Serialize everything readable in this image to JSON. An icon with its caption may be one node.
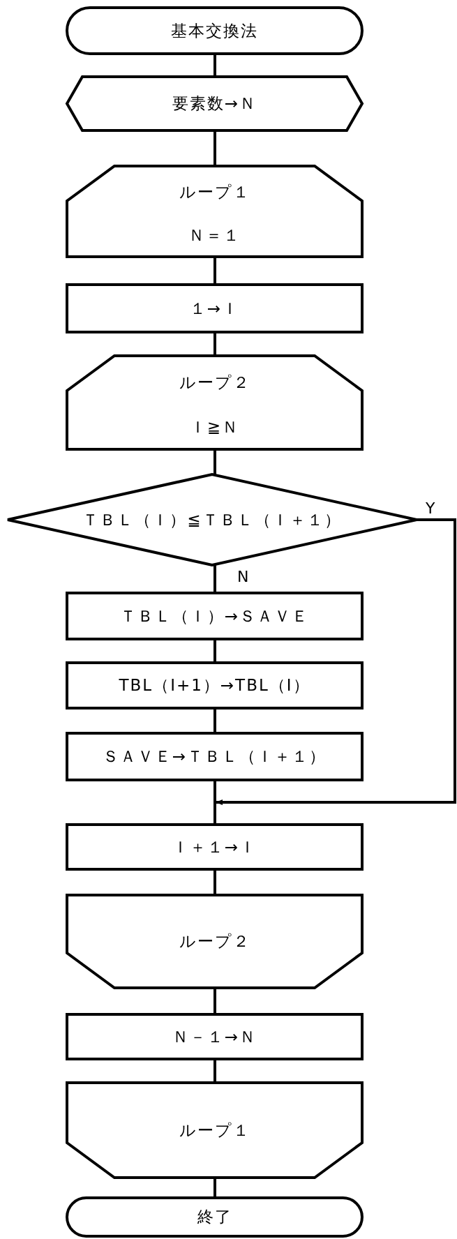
{
  "diagram": {
    "nodes": [
      {
        "text": [
          "基本交換法"
        ]
      },
      {
        "text": [
          "要素数→Ｎ"
        ]
      },
      {
        "text": [
          "ループ１",
          "Ｎ＝１"
        ]
      },
      {
        "text": [
          "１→Ｉ"
        ]
      },
      {
        "text": [
          "ループ２",
          "Ｉ≧Ｎ"
        ]
      },
      {
        "text": [
          "ＴＢＬ（Ｉ）≦ＴＢＬ（Ｉ＋１）"
        ]
      },
      {
        "text": [
          "ＴＢＬ（Ｉ）→ＳＡＶＥ"
        ]
      },
      {
        "text": [
          "TBL（I+1）→TBL（I）"
        ]
      },
      {
        "text": [
          "ＳＡＶＥ→ＴＢＬ（Ｉ＋１）"
        ]
      },
      {
        "text": [
          "Ｉ＋１→Ｉ"
        ]
      },
      {
        "text": [
          "ループ２"
        ]
      },
      {
        "text": [
          "Ｎ－１→Ｎ"
        ]
      },
      {
        "text": [
          "ループ１"
        ]
      },
      {
        "text": [
          "終了"
        ]
      }
    ],
    "edges": [
      {
        "from": 0,
        "to": 1,
        "arrow": "none"
      },
      {
        "from": 1,
        "to": 2,
        "arrow": "none"
      },
      {
        "from": 2,
        "to": 3,
        "arrow": "none"
      },
      {
        "from": 3,
        "to": 4,
        "arrow": "none"
      },
      {
        "from": 4,
        "to": 5,
        "arrow": "none"
      },
      {
        "from": 5,
        "to": 6,
        "arrow": "none",
        "label": "N"
      },
      {
        "from": 6,
        "to": 7,
        "arrow": "none"
      },
      {
        "from": 7,
        "to": 8,
        "arrow": "none"
      },
      {
        "from": 8,
        "to": 9,
        "arrow": "none"
      },
      {
        "from": 9,
        "to": 10,
        "arrow": "none"
      },
      {
        "from": 10,
        "to": 11,
        "arrow": "none"
      },
      {
        "from": 11,
        "to": 12,
        "arrow": "none"
      },
      {
        "from": 12,
        "to": 13,
        "arrow": "none"
      },
      {
        "from": 5,
        "to": 9,
        "arrow": "to",
        "label": "Y"
      }
    ]
  }
}
